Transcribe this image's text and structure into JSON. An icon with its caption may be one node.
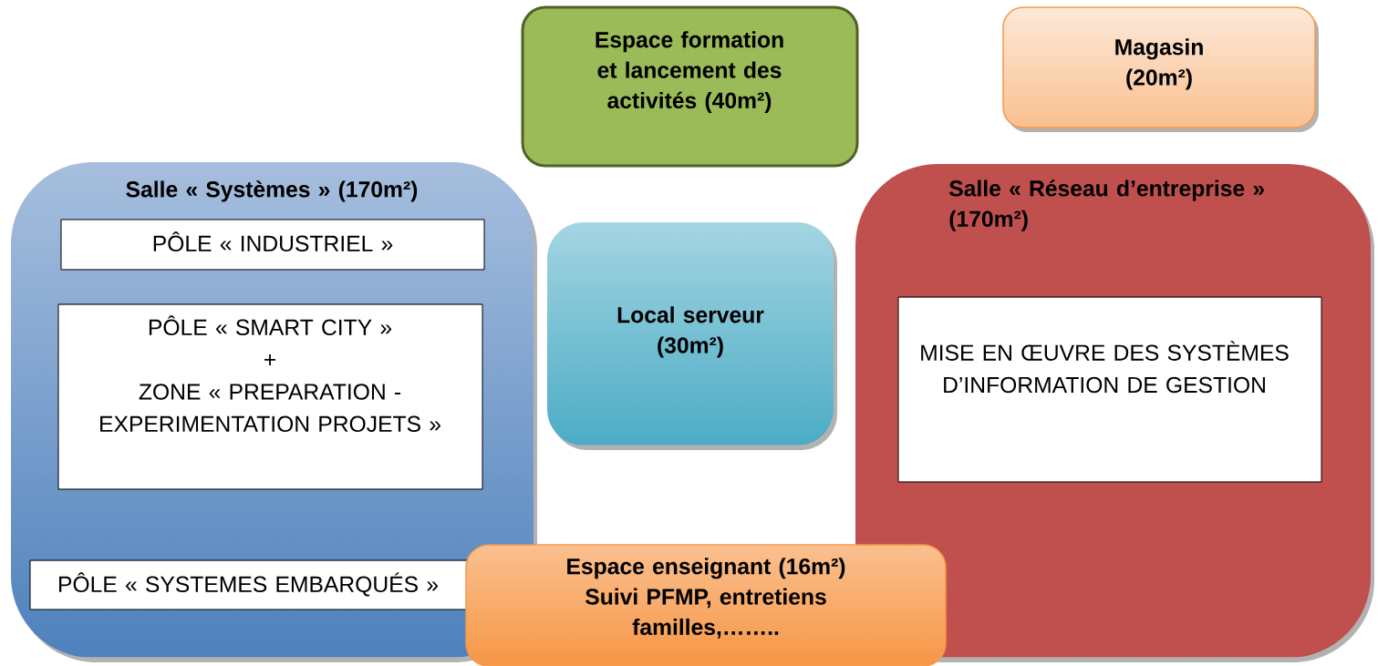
{
  "diagram": {
    "nodes": [
      {
        "text": [
          "Espace formation et lancement des activités (40m²)"
        ]
      },
      {
        "text": [
          "Magasin (20m²)"
        ]
      },
      {
        "text": [
          "Salle « Systèmes » (170m²)"
        ]
      },
      {
        "text": [
          "PÔLE « INDUSTRIEL »"
        ],
        "in": 2
      },
      {
        "text": [
          "PÔLE « SMART CITY »",
          "+",
          "ZONE « PREPARATION - EXPERIMENTATION PROJETS »"
        ],
        "in": 2
      },
      {
        "text": [
          "PÔLE « SYSTEMES EMBARQUÉS »"
        ],
        "in": 2
      },
      {
        "text": [
          "Local serveur (30m²)"
        ]
      },
      {
        "text": [
          "Salle « Réseau d’entreprise » (170m²)"
        ]
      },
      {
        "text": [
          "MISE EN ŒUVRE DES SYSTÈMES D’INFORMATION DE GESTION"
        ],
        "in": 7
      },
      {
        "text": [
          "Espace enseignant (16m²)",
          "Suivi PFMP, entretiens familles,…….."
        ]
      }
    ]
  }
}
